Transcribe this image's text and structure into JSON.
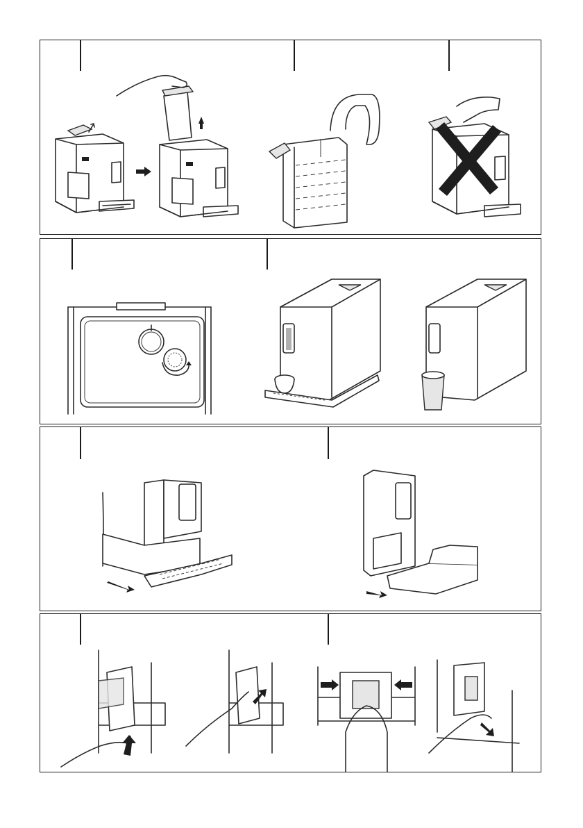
{
  "page": {
    "background": "#ffffff",
    "line_color": "#1a1a1a"
  },
  "panels": [
    {
      "id": "panel-1",
      "steps": [
        "remove-water-tank",
        "fill-water-tank",
        "no-milk-in-tank"
      ]
    },
    {
      "id": "panel-2",
      "steps": [
        "grind-setting-dial",
        "cup-placement-espresso",
        "cup-placement-tall-glass"
      ]
    },
    {
      "id": "panel-3",
      "steps": [
        "pull-out-drip-tray",
        "remove-grounds-container"
      ]
    },
    {
      "id": "panel-4",
      "steps": [
        "press-brew-unit-latch",
        "open-brew-unit-door",
        "squeeze-brew-unit-tabs",
        "pull-out-brew-unit"
      ]
    }
  ],
  "icons": [
    "arrow-icon",
    "cross-icon",
    "hand-icon",
    "dial-icon"
  ]
}
